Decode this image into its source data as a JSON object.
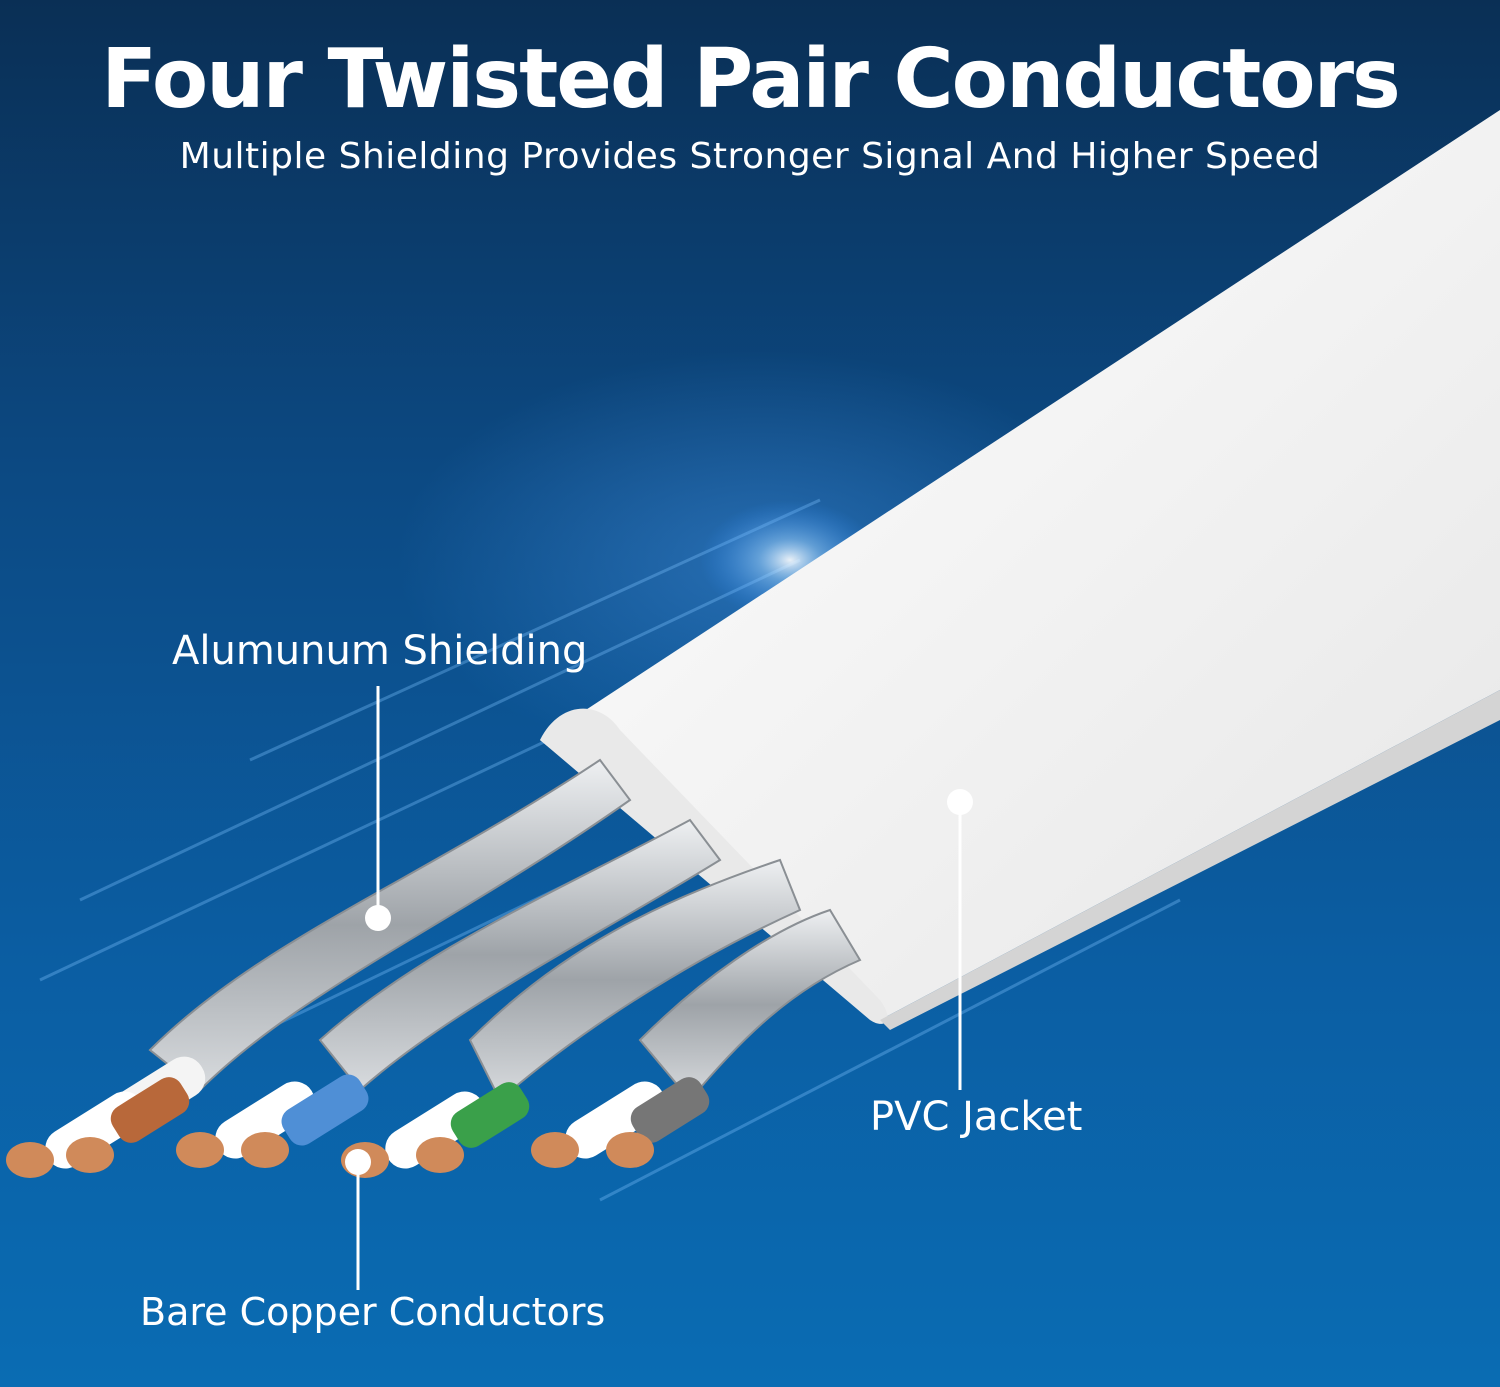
{
  "header": {
    "title": "Four Twisted Pair Conductors",
    "subtitle": "Multiple Shielding Provides Stronger Signal And Higher Speed"
  },
  "callouts": {
    "shielding": "Alumunum Shielding",
    "jacket": "PVC Jacket",
    "copper": "Bare Copper Conductors"
  },
  "colors": {
    "background_top": "#0a2f55",
    "background_bottom": "#0a6cb3",
    "jacket": "#f2f2f2",
    "shield": "#c9ccd0",
    "pair_1": "#b8683a",
    "pair_2": "#4f8fd6",
    "pair_3": "#3aa04a",
    "pair_4": "#767676",
    "copper": "#d08a5a"
  }
}
